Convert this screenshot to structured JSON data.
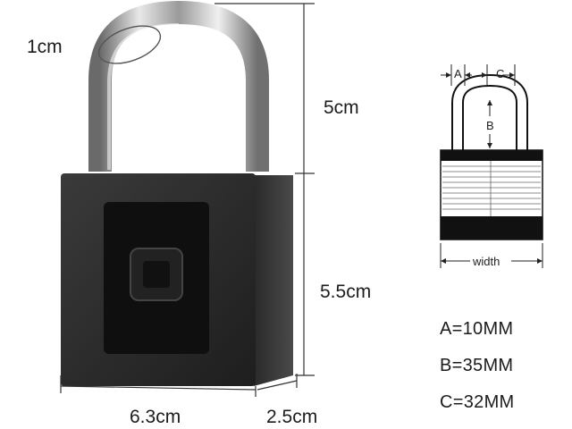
{
  "dimensions": {
    "shackle_diameter": "1cm",
    "shackle_height": "5cm",
    "body_height": "5.5cm",
    "body_width": "6.3cm",
    "body_depth": "2.5cm"
  },
  "schematic": {
    "label_a": "A",
    "label_b": "B",
    "label_c": "C",
    "label_width": "width"
  },
  "specs": [
    {
      "text": "A=10MM"
    },
    {
      "text": "B=35MM"
    },
    {
      "text": "C=32MM"
    }
  ]
}
